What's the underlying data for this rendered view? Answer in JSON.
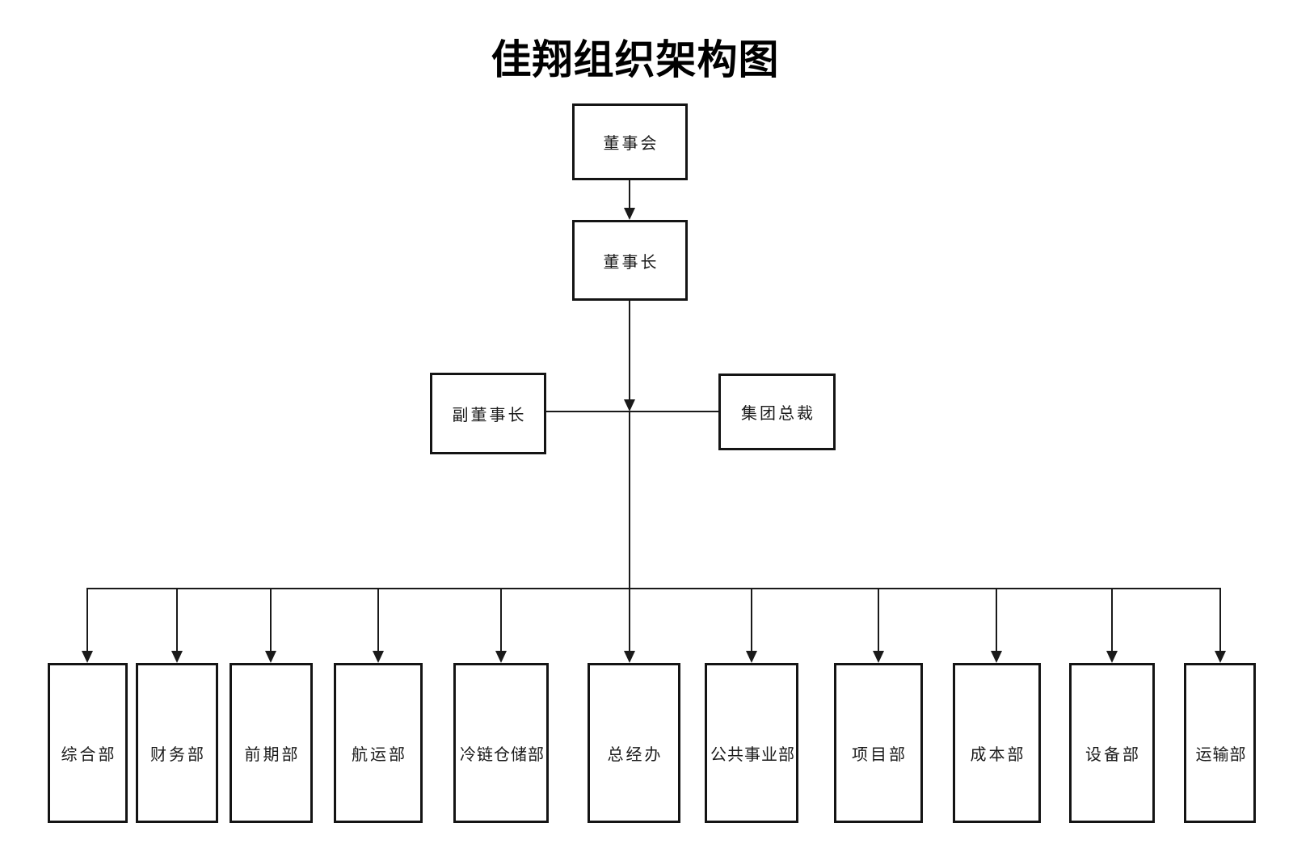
{
  "title": "佳翔组织架构图",
  "nodes": {
    "board": {
      "label": "董事会"
    },
    "chairman": {
      "label": "董事长"
    },
    "vice_chairman": {
      "label": "副董事长"
    },
    "president": {
      "label": "集团总裁"
    }
  },
  "departments": [
    "综合部",
    "财务部",
    "前期部",
    "航运部",
    "冷链仓储部",
    "总经办",
    "公共事业部",
    "项目部",
    "成本部",
    "设备部",
    "运输部"
  ],
  "edges": [
    {
      "from": "board",
      "to": "chairman",
      "arrow": true
    },
    {
      "from": "chairman",
      "to": "mid-junction",
      "arrow": true
    },
    {
      "from": "mid-junction",
      "to": "vice_chairman",
      "arrow": false
    },
    {
      "from": "mid-junction",
      "to": "president",
      "arrow": false
    },
    {
      "from": "mid-junction",
      "to": "departments.0",
      "arrow": true
    },
    {
      "from": "mid-junction",
      "to": "departments.1",
      "arrow": true
    },
    {
      "from": "mid-junction",
      "to": "departments.2",
      "arrow": true
    },
    {
      "from": "mid-junction",
      "to": "departments.3",
      "arrow": true
    },
    {
      "from": "mid-junction",
      "to": "departments.4",
      "arrow": true
    },
    {
      "from": "mid-junction",
      "to": "departments.5",
      "arrow": true
    },
    {
      "from": "mid-junction",
      "to": "departments.6",
      "arrow": true
    },
    {
      "from": "mid-junction",
      "to": "departments.7",
      "arrow": true
    },
    {
      "from": "mid-junction",
      "to": "departments.8",
      "arrow": true
    },
    {
      "from": "mid-junction",
      "to": "departments.9",
      "arrow": true
    },
    {
      "from": "mid-junction",
      "to": "departments.10",
      "arrow": true
    }
  ],
  "colors": {
    "background": "#ffffff",
    "line": "#1a1a1a",
    "box_border": "#141414",
    "text": "#000000"
  }
}
